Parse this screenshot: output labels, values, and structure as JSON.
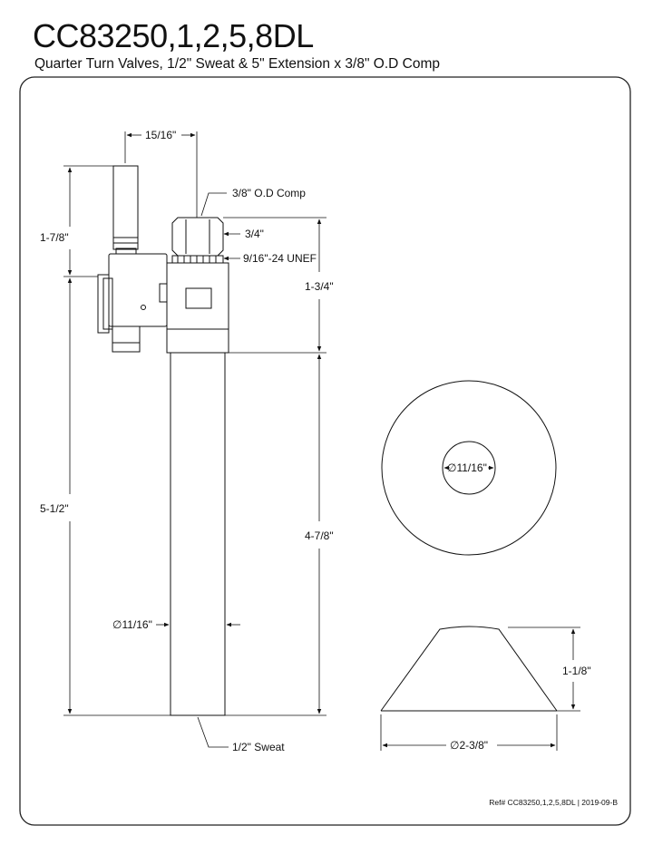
{
  "header": {
    "title": "CC83250,1,2,5,8DL",
    "subtitle": "Quarter Turn Valves, 1/2\" Sweat & 5\" Extension x 3/8\" O.D Comp"
  },
  "dimensions": {
    "width_top": "15/16\"",
    "od_comp": "3/8\" O.D Comp",
    "nut_width": "3/4\"",
    "thread": "9/16\"-24 UNEF",
    "height_upper_left": "1-7/8\"",
    "height_upper_right": "1-3/4\"",
    "height_total_left": "5-1/2\"",
    "height_tube_right": "4-7/8\"",
    "tube_diameter": "∅11/16\"",
    "sweat": "1/2\" Sweat",
    "flange_hole": "∅11/16\"",
    "flange_height": "1-1/8\"",
    "flange_diameter": "∅2-3/8\""
  },
  "footer": {
    "reference": "Ref# CC83250,1,2,5,8DL | 2019-09-B"
  }
}
